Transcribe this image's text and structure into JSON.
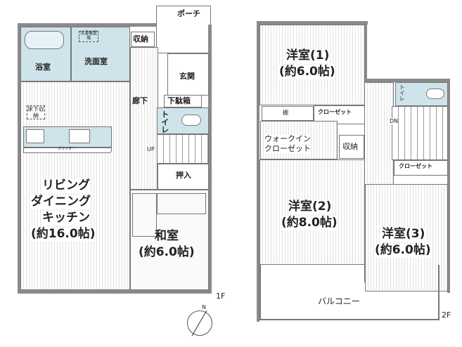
{
  "floor1": {
    "label": "1F",
    "porch": "ポーチ",
    "storage": "収納",
    "bath": "浴室",
    "washroom": "洗面室",
    "washer_space": "洗濯機置場",
    "entrance": "玄関",
    "hallway": "廊下",
    "shoe_box": "下駄箱",
    "toilet": "トイレ",
    "underfloor_storage": "床下収納",
    "counter": "カウンター",
    "stairs_up": "UP",
    "closet": "押入",
    "ldk_line1": "リビング",
    "ldk_line2": "ダイニング",
    "ldk_line3": "キッチン",
    "ldk_size": "(約16.0帖)",
    "japanese_room": "和室",
    "japanese_room_size": "(約6.0帖)"
  },
  "floor2": {
    "label": "2F",
    "room1": "洋室(1)",
    "room1_size": "(約6.0帖)",
    "shelf": "棚",
    "closet1": "クローゼット",
    "walkin_line1": "ウォークイン",
    "walkin_line2": "クローゼット",
    "storage": "収納",
    "toilet": "トイレ",
    "stairs_down": "DN",
    "closet2": "クローゼット",
    "room2": "洋室(2)",
    "room2_size": "(約8.0帖)",
    "room3": "洋室(3)",
    "room3_size": "(約6.0帖)",
    "balcony": "バルコニー"
  },
  "compass": {
    "label": "N"
  }
}
